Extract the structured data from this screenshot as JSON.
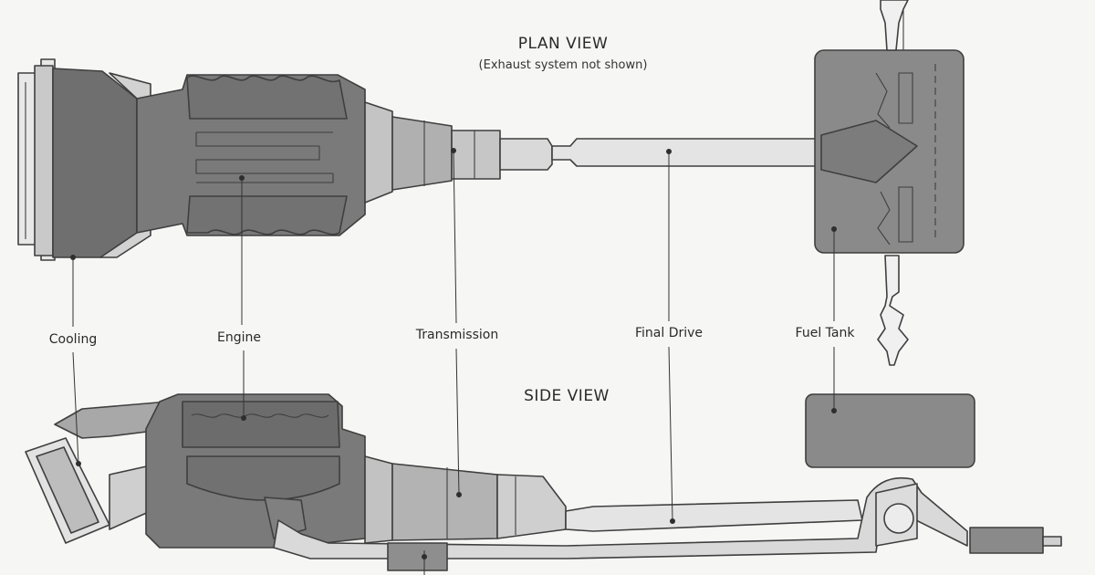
{
  "titles": {
    "plan_view": "PLAN VIEW",
    "plan_view_note": "(Exhaust system not shown)",
    "side_view": "SIDE VIEW"
  },
  "components": {
    "cooling": "Cooling",
    "engine": "Engine",
    "transmission": "Transmission",
    "final_drive": "Final Drive",
    "fuel_tank": "Fuel Tank"
  },
  "colors": {
    "background": "#f6f6f4",
    "dark_gray": "#6e6e6e",
    "medium_gray": "#8c8c8c",
    "light_gray": "#c8c8c8",
    "pale_gray": "#e6e6e6",
    "outline": "#444444"
  }
}
